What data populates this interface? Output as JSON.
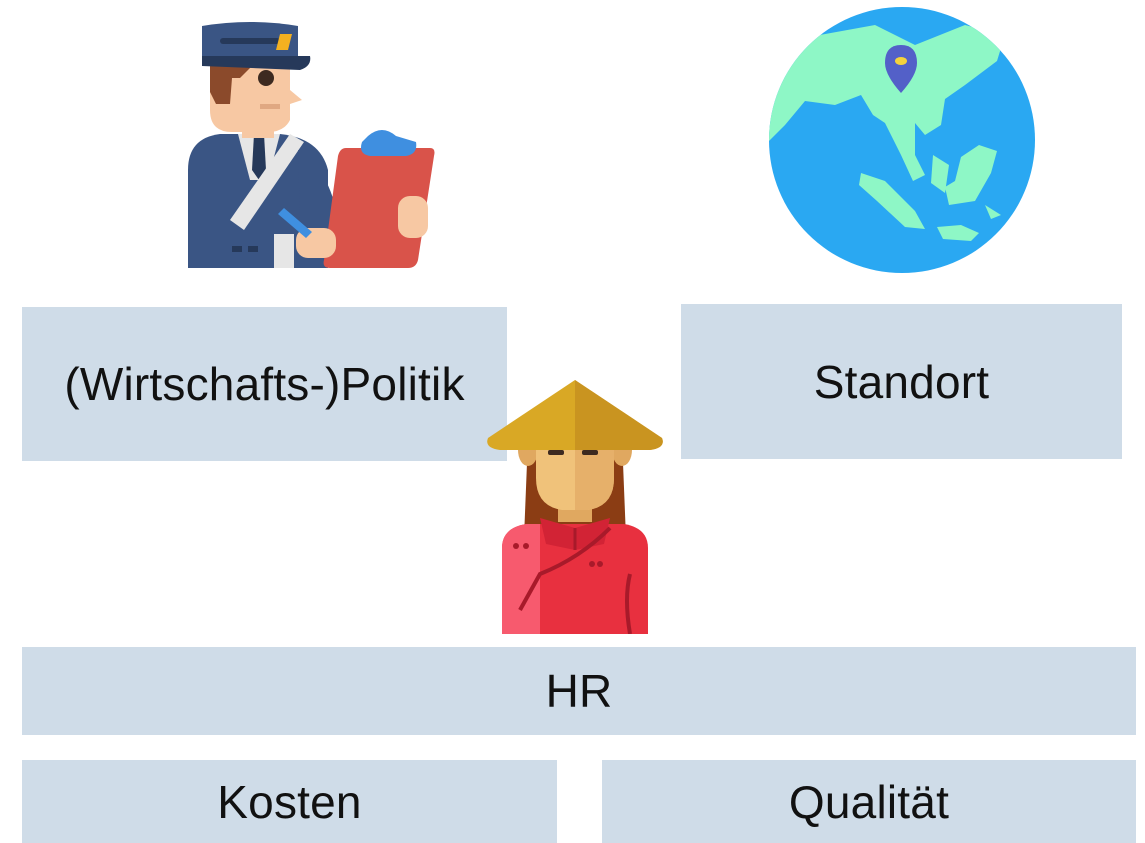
{
  "labels": {
    "politics": "(Wirtschafts-)Politik",
    "location": "Standort",
    "hr": "HR",
    "costs": "Kosten",
    "quality": "Qualität"
  },
  "icons": {
    "officer": "customs-officer-icon",
    "globe": "globe-location-icon",
    "worker": "asian-worker-icon"
  },
  "colors": {
    "box_fill": "#cfdce8",
    "text": "#111111",
    "globe_ocean": "#2aa8f2",
    "globe_land": "#8ef7c6",
    "pin": "#5360c8",
    "uniform": "#3a5584",
    "clipboard": "#d9534a",
    "hat": "#d9a825",
    "robe": "#e8303f"
  }
}
